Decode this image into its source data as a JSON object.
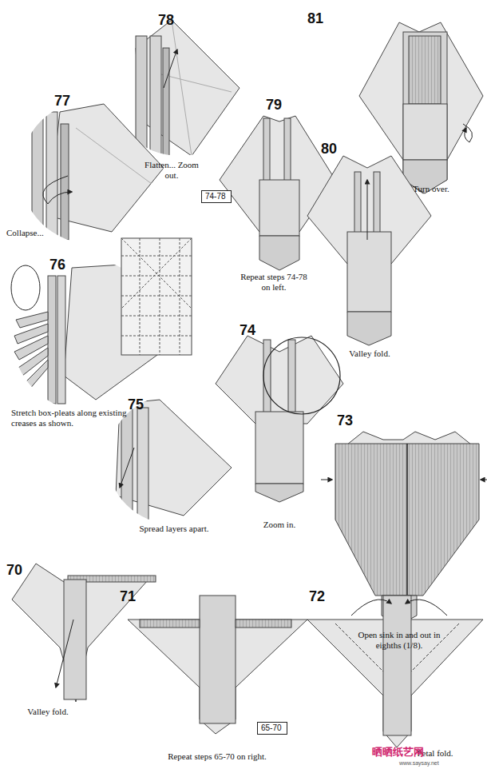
{
  "diagram": {
    "nodes": [
      {
        "text": [
          "74-78"
        ]
      },
      {
        "text": [
          "65-70"
        ]
      }
    ],
    "labels": [
      "78",
      "81",
      "77",
      "79",
      "80",
      "76",
      "74",
      "75",
      "73",
      "70",
      "71",
      "72",
      "Flatten... Zoom out.",
      "Turn over.",
      "Collapse...",
      "Repeat steps 74-78 on left.",
      "Valley fold.",
      "Stretch box-pleats along existing creases as shown.",
      "Zoom in.",
      "Spread layers apart.",
      "Open sink in and out in eighths (1/8).",
      "Valley fold.",
      "Repeat steps 65-70 on right.",
      "Petal fold.",
      "晒晒纸艺网",
      "www.saysay.net"
    ]
  }
}
